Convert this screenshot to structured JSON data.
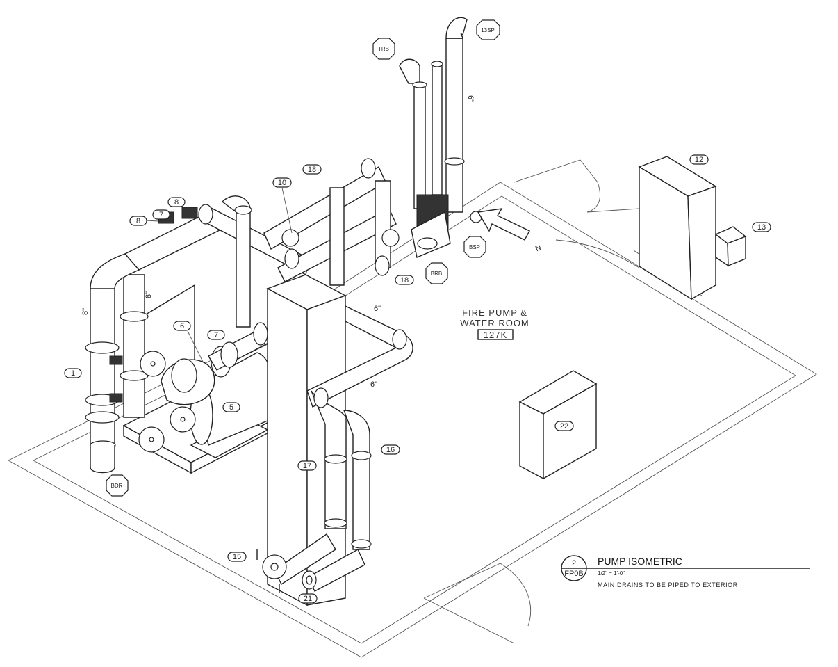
{
  "title_block": {
    "view_number": "2",
    "sheet": "FP0B",
    "title": "PUMP ISOMETRIC",
    "scale": "1/2\" = 1'-0\"",
    "note": "MAIN DRAINS TO BE PIPED TO EXTERIOR"
  },
  "room": {
    "name_line1": "FIRE PUMP &",
    "name_line2": "WATER ROOM",
    "number": "127K"
  },
  "north_arrow": {
    "letter": "N"
  },
  "tags": {
    "t1": "1",
    "t5": "5",
    "t6": "6",
    "t7a": "7",
    "t7b": "7",
    "t8a": "8",
    "t8b": "8",
    "t10": "10",
    "t12": "12",
    "t13": "13",
    "t15": "15",
    "t16": "16",
    "t17": "17",
    "t18a": "18",
    "t18b": "18",
    "t21": "21",
    "t22": "22"
  },
  "octagon_tags": {
    "sp13": "13SP",
    "trb": "TRB",
    "bsp": "BSP",
    "brb": "BRB",
    "bdr": "BDR"
  },
  "dimensions": {
    "d8a": "8\"",
    "d8b": "8\"",
    "d6a": "6\"",
    "d6b": "6\"",
    "d6c": "6\""
  }
}
